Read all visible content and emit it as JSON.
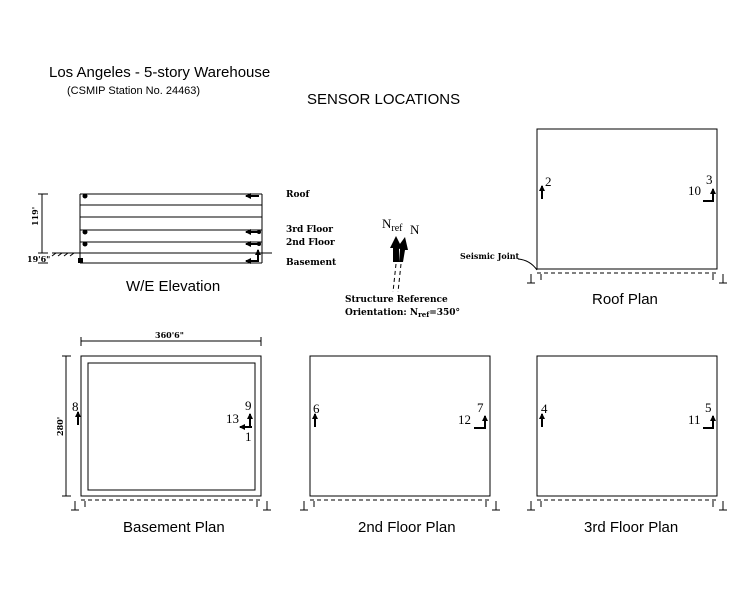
{
  "header": {
    "title": "Los Angeles - 5-story Warehouse",
    "subtitle": "(CSMIP Station No. 24463)",
    "heading": "SENSOR LOCATIONS"
  },
  "elevation": {
    "caption": "W/E Elevation",
    "levels": {
      "roof": "Roof",
      "floor3": "3rd Floor",
      "floor2": "2nd Floor",
      "basement": "Basement"
    },
    "height_dim": "119'",
    "depth_dim": "19'6\""
  },
  "north": {
    "nref_main": "N",
    "nref_sub": "ref",
    "n": "N",
    "reference_line1": "Structure Reference",
    "reference_line2_prefix": "Orientation: N",
    "reference_line2_sub": "ref",
    "reference_line2_suffix": "=350°"
  },
  "roof_plan": {
    "caption": "Roof Plan",
    "joint_label": "Seismic Joint",
    "sensors": {
      "left": "2",
      "right_a": "10",
      "right_b": "3"
    }
  },
  "basement_plan": {
    "caption": "Basement Plan",
    "width_dim": "360'6\"",
    "height_dim": "280'",
    "sensors": {
      "left": "8",
      "right_top": "9",
      "right_mid": "13",
      "right_bottom": "1"
    }
  },
  "floor2_plan": {
    "caption": "2nd Floor Plan",
    "sensors": {
      "left": "6",
      "right_a": "12",
      "right_b": "7"
    }
  },
  "floor3_plan": {
    "caption": "3rd Floor Plan",
    "sensors": {
      "left": "4",
      "right_a": "11",
      "right_b": "5"
    }
  }
}
